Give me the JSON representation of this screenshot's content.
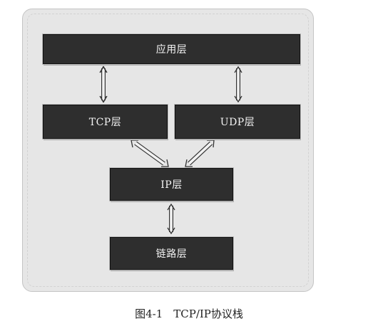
{
  "layers": {
    "application": "应用层",
    "tcp": "TCP层",
    "udp": "UDP层",
    "ip": "IP层",
    "link": "链路层"
  },
  "caption": "图4-1　TCP/IP协议栈",
  "colors": {
    "layer_fill": "#2e2e2e",
    "layer_text": "#f4f4f4",
    "panel_fill": "#e6e6e6",
    "arrow": "#333333"
  },
  "connections": [
    {
      "from": "application",
      "to": "tcp",
      "direction": "both"
    },
    {
      "from": "application",
      "to": "udp",
      "direction": "both"
    },
    {
      "from": "tcp",
      "to": "ip",
      "direction": "both"
    },
    {
      "from": "udp",
      "to": "ip",
      "direction": "both"
    },
    {
      "from": "ip",
      "to": "link",
      "direction": "both"
    }
  ]
}
